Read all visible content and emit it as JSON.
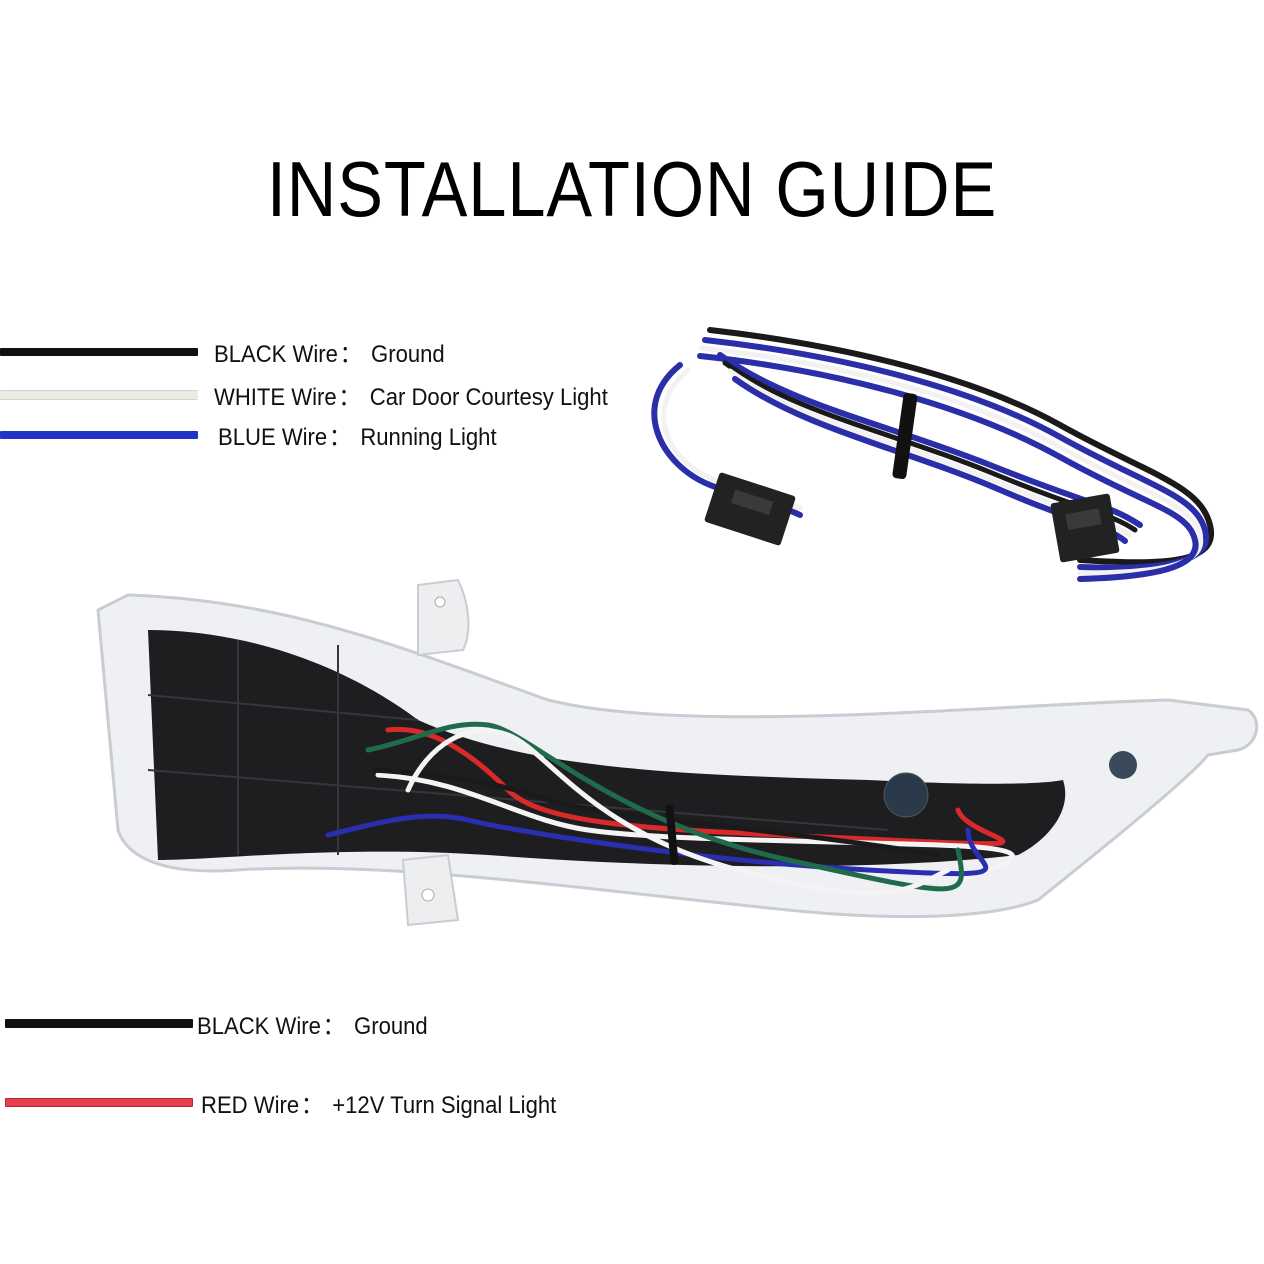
{
  "title": "INSTALLATION GUIDE",
  "top_legend": [
    {
      "wire": "BLACK Wire",
      "sep": "：",
      "function": "Ground",
      "color": "#111111"
    },
    {
      "wire": "WHITE Wire",
      "sep": "：",
      "function": "Car Door Courtesy Light",
      "color": "#ecebe3"
    },
    {
      "wire": "BLUE Wire",
      "sep": "：",
      "function": "Running Light",
      "color": "#2233cc"
    }
  ],
  "bottom_legend": [
    {
      "wire": "BLACK Wire",
      "sep": "：",
      "function": "Ground",
      "color": "#111111"
    },
    {
      "wire": "RED Wire",
      "sep": "：",
      "function": "+12V Turn Signal Light",
      "color": "#e8404e"
    }
  ],
  "images": {
    "harness": "extension-wire-harness-with-connectors",
    "lamp": "mirror-turn-signal-lamp-with-wires"
  }
}
